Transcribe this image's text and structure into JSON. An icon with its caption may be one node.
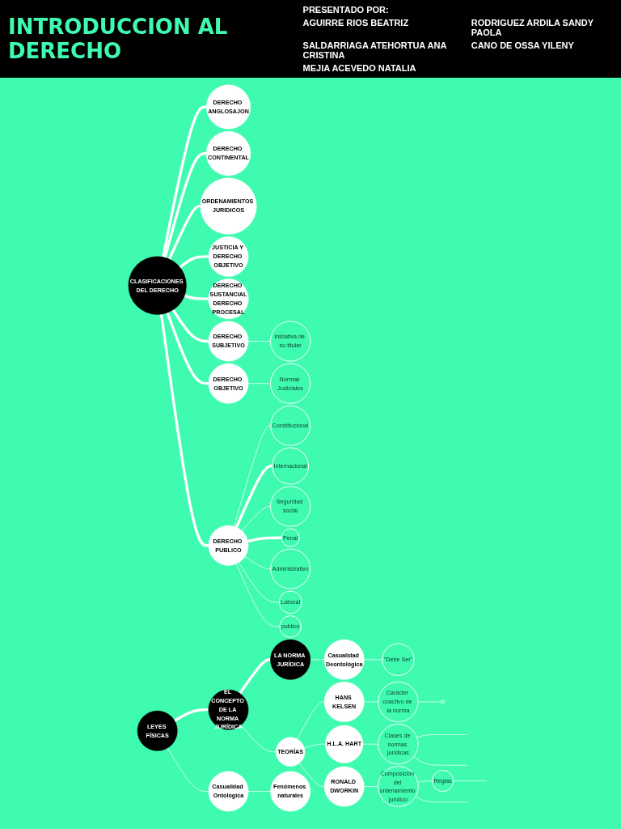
{
  "diagram": {
    "title": "INTRODUCCION AL DERECHO",
    "nodes": [
      {
        "text": [
          "CLASIFICACIONES DEL DERECHO"
        ]
      },
      {
        "text": [
          "DERECHO ANGLOSAJON"
        ]
      },
      {
        "text": [
          "DERECHO CONTINENTAL"
        ]
      },
      {
        "text": [
          "ORDENAMIENTOS JURIDICOS"
        ]
      },
      {
        "text": [
          "JUSTICIA Y DERECHO OBJETIVO"
        ]
      },
      {
        "text": [
          "DERECHO SUSTANCIAL",
          "DERECHO PROCESAL"
        ]
      },
      {
        "text": [
          "DERECHO SUBJETIVO"
        ]
      },
      {
        "text": [
          "Iniciativa de su titular"
        ]
      },
      {
        "text": [
          "DERECHO OBJETIVO"
        ]
      },
      {
        "text": [
          "Normas Judiciales"
        ]
      },
      {
        "text": [
          "DERECHO PUBLICO"
        ]
      },
      {
        "text": [
          "Constitucional"
        ]
      },
      {
        "text": [
          "Internacional"
        ]
      },
      {
        "text": [
          "Seguridad social"
        ]
      },
      {
        "text": [
          "Penal"
        ]
      },
      {
        "text": [
          "Administrativo"
        ]
      },
      {
        "text": [
          "Laboral"
        ]
      },
      {
        "text": [
          "publico"
        ]
      },
      {
        "text": [
          "LEYES FÍSICAS"
        ]
      },
      {
        "text": [
          "EL CONCEPTO DE LA NORMA JURÍDICA"
        ]
      },
      {
        "text": [
          "LA NORMA JURÍDICA"
        ]
      },
      {
        "text": [
          "Casualidad Ontológica"
        ]
      },
      {
        "text": [
          "Fenómenos naturales"
        ]
      },
      {
        "text": [
          "TEORÍAS"
        ]
      },
      {
        "text": [
          "HANS KELSEN"
        ]
      },
      {
        "text": [
          "H.L.A. HART"
        ]
      },
      {
        "text": [
          "RONALD DWORKIN"
        ]
      },
      {
        "text": [
          "Casualidad Deontológica"
        ]
      },
      {
        "text": [
          "\"Debe Ser\""
        ]
      },
      {
        "text": [
          "Carácter coactivo de la norma"
        ]
      },
      {
        "text": [
          "Clases de normas jurídicas"
        ]
      },
      {
        "text": [
          "Composición del ordenamiento jurídico"
        ]
      },
      {
        "text": [
          "Reglas"
        ]
      },
      {
        "text": [],
        "shape": "circle"
      }
    ],
    "edges": [
      {
        "from": 0,
        "to": 1,
        "arrow": "none",
        "style": "thick"
      },
      {
        "from": 0,
        "to": 2,
        "arrow": "none",
        "style": "thick"
      },
      {
        "from": 0,
        "to": 3,
        "arrow": "none",
        "style": "thick"
      },
      {
        "from": 0,
        "to": 4,
        "arrow": "none",
        "style": "thick"
      },
      {
        "from": 0,
        "to": 5,
        "arrow": "none",
        "style": "thick"
      },
      {
        "from": 0,
        "to": 6,
        "arrow": "none",
        "style": "thick"
      },
      {
        "from": 6,
        "to": 7,
        "arrow": "none"
      },
      {
        "from": 0,
        "to": 8,
        "arrow": "none",
        "style": "thick"
      },
      {
        "from": 8,
        "to": 9,
        "arrow": "none"
      },
      {
        "from": 0,
        "to": 10,
        "arrow": "none",
        "style": "thick"
      },
      {
        "from": 10,
        "to": 11,
        "arrow": "none"
      },
      {
        "from": 10,
        "to": 12,
        "arrow": "none",
        "style": "thick"
      },
      {
        "from": 10,
        "to": 13,
        "arrow": "none"
      },
      {
        "from": 10,
        "to": 14,
        "arrow": "none",
        "style": "thick"
      },
      {
        "from": 10,
        "to": 15,
        "arrow": "none"
      },
      {
        "from": 10,
        "to": 16,
        "arrow": "none"
      },
      {
        "from": 10,
        "to": 17,
        "arrow": "none"
      },
      {
        "from": 18,
        "to": 19,
        "arrow": "none",
        "style": "thick"
      },
      {
        "from": 19,
        "to": 20,
        "arrow": "none",
        "style": "thick"
      },
      {
        "from": 18,
        "to": 21,
        "arrow": "none"
      },
      {
        "from": 21,
        "to": 22,
        "arrow": "none"
      },
      {
        "from": 19,
        "to": 23,
        "arrow": "none"
      },
      {
        "from": 23,
        "to": 24,
        "arrow": "none"
      },
      {
        "from": 23,
        "to": 25,
        "arrow": "none"
      },
      {
        "from": 23,
        "to": 26,
        "arrow": "none"
      },
      {
        "from": 20,
        "to": 27,
        "arrow": "none"
      },
      {
        "from": 27,
        "to": 28,
        "arrow": "none"
      },
      {
        "from": 24,
        "to": 29,
        "arrow": "none"
      },
      {
        "from": 25,
        "to": 30,
        "arrow": "none"
      },
      {
        "from": 26,
        "to": 31,
        "arrow": "none"
      },
      {
        "from": 31,
        "to": 32,
        "arrow": "none"
      },
      {
        "from": 29,
        "to": 33,
        "arrow": "none"
      },
      {
        "from": 30,
        "to": null,
        "arrow": "none"
      },
      {
        "from": 30,
        "to": null,
        "arrow": "none"
      },
      {
        "from": 31,
        "to": null,
        "arrow": "none"
      },
      {
        "from": 32,
        "to": null,
        "arrow": "none"
      }
    ],
    "labels": [
      "PRESENTADO POR:",
      "AGUIRRE RIOS BEATRIZ",
      "RODRIGUEZ ARDILA SANDY PAOLA",
      "SALDARRIAGA ATEHORTUA ANA CRISTINA",
      "CANO DE OSSA YILENY",
      "MEJIA ACEVEDO NATALIA"
    ]
  }
}
